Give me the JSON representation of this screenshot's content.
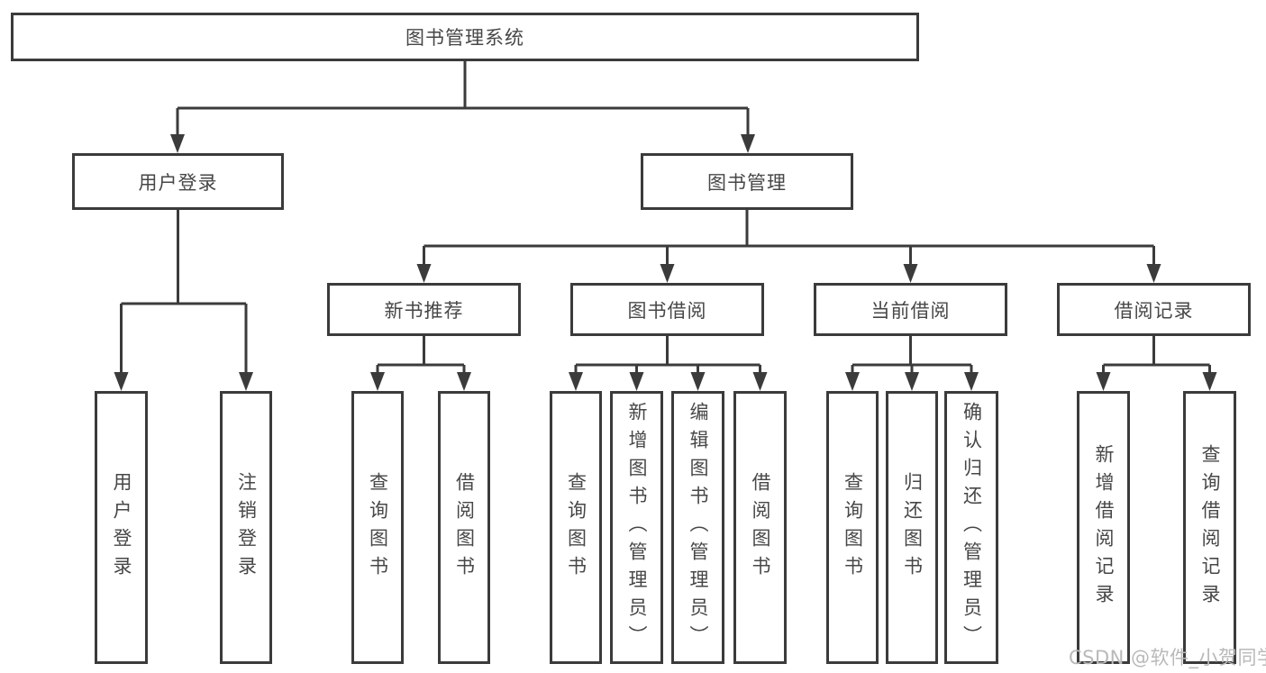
{
  "diagram": {
    "watermark": "CSDN @软件_小贺同学",
    "colors": {
      "line": "#3b3b3b",
      "text": "#474747",
      "background": "#ffffff",
      "watermark": "#b9b9b9"
    },
    "tree": {
      "root": {
        "label": "图书管理系统",
        "children": [
          {
            "label": "用户登录",
            "children": [
              {
                "label": "用户登录"
              },
              {
                "label": "注销登录"
              }
            ]
          },
          {
            "label": "图书管理",
            "children": [
              {
                "label": "新书推荐",
                "children": [
                  {
                    "label": "查询图书"
                  },
                  {
                    "label": "借阅图书"
                  }
                ]
              },
              {
                "label": "图书借阅",
                "children": [
                  {
                    "label": "查询图书"
                  },
                  {
                    "label": "新增图书（管理员）"
                  },
                  {
                    "label": "编辑图书（管理员）"
                  },
                  {
                    "label": "借阅图书"
                  }
                ]
              },
              {
                "label": "当前借阅",
                "children": [
                  {
                    "label": "查询图书"
                  },
                  {
                    "label": "归还图书"
                  },
                  {
                    "label": "确认归还（管理员）"
                  }
                ]
              },
              {
                "label": "借阅记录",
                "children": [
                  {
                    "label": "新增借阅记录"
                  },
                  {
                    "label": "查询借阅记录"
                  }
                ]
              }
            ]
          }
        ]
      }
    }
  }
}
